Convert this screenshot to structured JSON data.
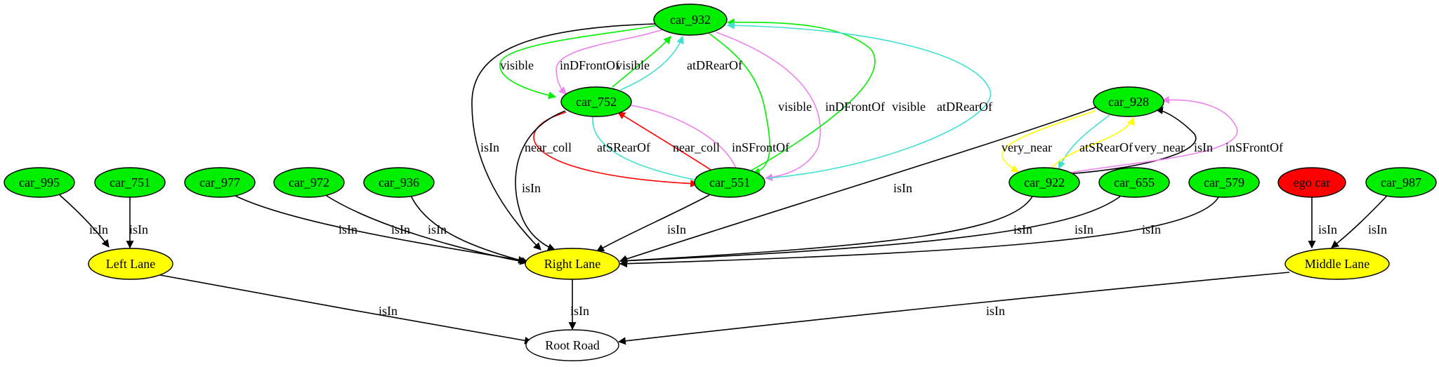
{
  "nodes": [
    {
      "id": "car_932",
      "label": "car_932",
      "color": "#00ee00"
    },
    {
      "id": "car_752",
      "label": "car_752",
      "color": "#00ee00"
    },
    {
      "id": "car_551",
      "label": "car_551",
      "color": "#00ee00"
    },
    {
      "id": "car_928",
      "label": "car_928",
      "color": "#00ee00"
    },
    {
      "id": "car_922",
      "label": "car_922",
      "color": "#00ee00"
    },
    {
      "id": "car_655",
      "label": "car_655",
      "color": "#00ee00"
    },
    {
      "id": "car_579",
      "label": "car_579",
      "color": "#00ee00"
    },
    {
      "id": "ego_car",
      "label": "ego car",
      "color": "#ff0000"
    },
    {
      "id": "car_987",
      "label": "car_987",
      "color": "#00ee00"
    },
    {
      "id": "car_995",
      "label": "car_995",
      "color": "#00ee00"
    },
    {
      "id": "car_751",
      "label": "car_751",
      "color": "#00ee00"
    },
    {
      "id": "car_977",
      "label": "car_977",
      "color": "#00ee00"
    },
    {
      "id": "car_972",
      "label": "car_972",
      "color": "#00ee00"
    },
    {
      "id": "car_936",
      "label": "car_936",
      "color": "#00ee00"
    },
    {
      "id": "left_lane",
      "label": "Left Lane",
      "color": "#ffff00"
    },
    {
      "id": "right_lane",
      "label": "Right Lane",
      "color": "#ffff00"
    },
    {
      "id": "middle_lane",
      "label": "Middle Lane",
      "color": "#ffff00"
    },
    {
      "id": "root_road",
      "label": "Root Road",
      "color": "#ffffff"
    }
  ],
  "edges": [
    {
      "from": "car_932",
      "to": "car_752",
      "label": "visible",
      "color": "#00ee00"
    },
    {
      "from": "car_932",
      "to": "car_752",
      "label": "inDFrontOf",
      "color": "#ee82ee"
    },
    {
      "from": "car_752",
      "to": "car_932",
      "label": "visible",
      "color": "#00ee00"
    },
    {
      "from": "car_752",
      "to": "car_932",
      "label": "atDRearOf",
      "color": "#40e0d0"
    },
    {
      "from": "car_932",
      "to": "right_lane",
      "label": "isIn",
      "color": "#000000"
    },
    {
      "from": "car_932",
      "to": "car_551",
      "label": "visible",
      "color": "#00ee00"
    },
    {
      "from": "car_932",
      "to": "car_551",
      "label": "inDFrontOf",
      "color": "#ee82ee"
    },
    {
      "from": "car_551",
      "to": "car_932",
      "label": "visible",
      "color": "#00ee00"
    },
    {
      "from": "car_551",
      "to": "car_932",
      "label": "atDRearOf",
      "color": "#40e0d0"
    },
    {
      "from": "car_752",
      "to": "car_551",
      "label": "near_coll",
      "color": "#ff0000"
    },
    {
      "from": "car_752",
      "to": "car_551",
      "label": "atSRearOf",
      "color": "#40e0d0"
    },
    {
      "from": "car_551",
      "to": "car_752",
      "label": "near_coll",
      "color": "#ff0000"
    },
    {
      "from": "car_551",
      "to": "car_752",
      "label": "inSFrontOf",
      "color": "#ee82ee"
    },
    {
      "from": "car_752",
      "to": "right_lane",
      "label": "isIn",
      "color": "#000000"
    },
    {
      "from": "car_551",
      "to": "right_lane",
      "label": "isIn",
      "color": "#000000"
    },
    {
      "from": "car_928",
      "to": "right_lane",
      "label": "isIn",
      "color": "#000000"
    },
    {
      "from": "car_928",
      "to": "car_922",
      "label": "very_near",
      "color": "#ffff00"
    },
    {
      "from": "car_928",
      "to": "car_922",
      "label": "atSRearOf",
      "color": "#40e0d0"
    },
    {
      "from": "car_922",
      "to": "car_928",
      "label": "very_near",
      "color": "#ffff00"
    },
    {
      "from": "car_922",
      "to": "car_928",
      "label": "isIn",
      "color": "#000000"
    },
    {
      "from": "car_922",
      "to": "car_928",
      "label": "inSFrontOf",
      "color": "#ee82ee"
    },
    {
      "from": "car_922",
      "to": "right_lane",
      "label": "isIn",
      "color": "#000000"
    },
    {
      "from": "car_655",
      "to": "right_lane",
      "label": "isIn",
      "color": "#000000"
    },
    {
      "from": "car_579",
      "to": "right_lane",
      "label": "isIn",
      "color": "#000000"
    },
    {
      "from": "ego_car",
      "to": "middle_lane",
      "label": "isIn",
      "color": "#000000"
    },
    {
      "from": "car_987",
      "to": "middle_lane",
      "label": "isIn",
      "color": "#000000"
    },
    {
      "from": "car_995",
      "to": "left_lane",
      "label": "isIn",
      "color": "#000000"
    },
    {
      "from": "car_751",
      "to": "left_lane",
      "label": "isIn",
      "color": "#000000"
    },
    {
      "from": "car_977",
      "to": "right_lane",
      "label": "isIn",
      "color": "#000000"
    },
    {
      "from": "car_972",
      "to": "right_lane",
      "label": "isIn",
      "color": "#000000"
    },
    {
      "from": "car_936",
      "to": "right_lane",
      "label": "isIn",
      "color": "#000000"
    },
    {
      "from": "left_lane",
      "to": "root_road",
      "label": "isIn",
      "color": "#000000"
    },
    {
      "from": "right_lane",
      "to": "root_road",
      "label": "isIn",
      "color": "#000000"
    },
    {
      "from": "middle_lane",
      "to": "root_road",
      "label": "isIn",
      "color": "#000000"
    }
  ]
}
